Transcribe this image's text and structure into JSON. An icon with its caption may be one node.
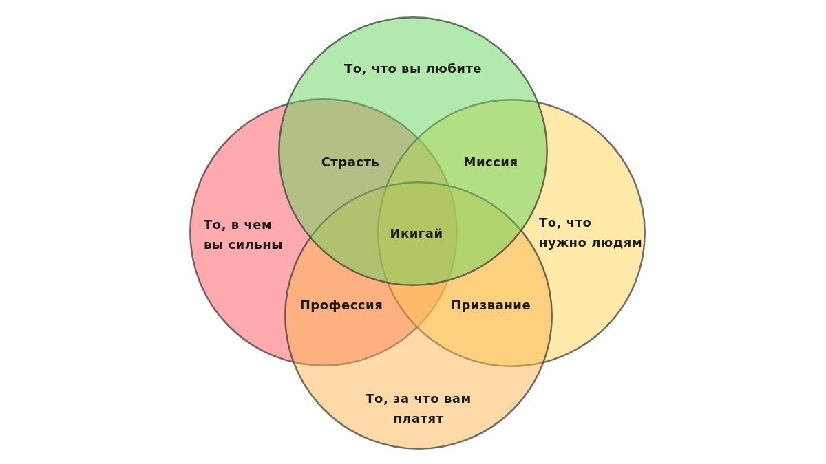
{
  "diagram": {
    "nodes": [
      {
        "text": [
          "То, что вы любите"
        ]
      },
      {
        "text": [
          "То, в чем вы сильны"
        ]
      },
      {
        "text": [
          "То, что нужно людям"
        ]
      },
      {
        "text": [
          "То, за что вам платят"
        ]
      }
    ],
    "labels": [
      "Страсть",
      "Миссия",
      "Икигай",
      "Профессия",
      "Призвание"
    ]
  }
}
